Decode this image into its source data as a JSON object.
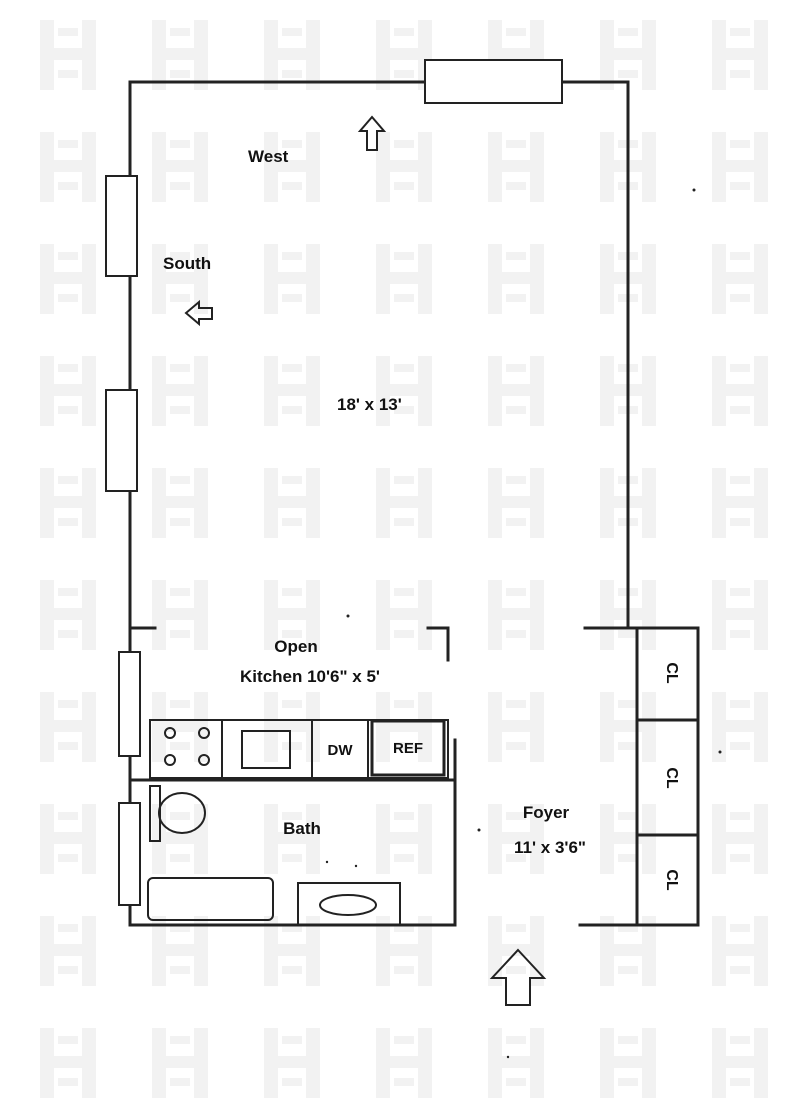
{
  "rooms": {
    "main": {
      "size": "18' x 13'"
    },
    "kitchen": {
      "line1": "Open",
      "line2": "Kitchen 10'6\" x 5'"
    },
    "bath": {
      "label": "Bath"
    },
    "foyer": {
      "label": "Foyer",
      "size": "11' x 3'6\""
    }
  },
  "directions": {
    "west": "West",
    "south": "South"
  },
  "appliances": {
    "dishwasher": "DW",
    "refrigerator": "REF"
  },
  "closets": [
    "CL",
    "CL",
    "CL"
  ],
  "colors": {
    "line": "#222222",
    "background": "#ffffff",
    "watermark": "#f2f2f2"
  }
}
